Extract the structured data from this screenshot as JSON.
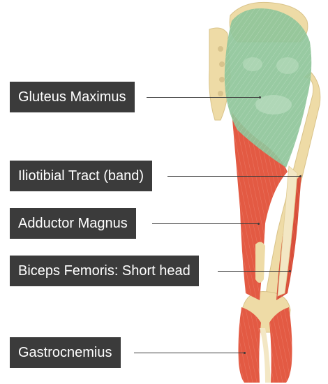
{
  "labels": {
    "gluteus_maximus": "Gluteus Maximus",
    "iliotibial_tract": "Iliotibial Tract (band)",
    "adductor_magnus": "Adductor Magnus",
    "biceps_femoris_short_head": "Biceps Femoris: Short head",
    "gastrocnemius": "Gastrocnemius"
  },
  "colors": {
    "label_background": "#3b3b3b",
    "label_text": "#ffffff",
    "muscle": "#e35a43",
    "gluteal_highlight": "#8fc69a",
    "bone": "#eedba6"
  }
}
